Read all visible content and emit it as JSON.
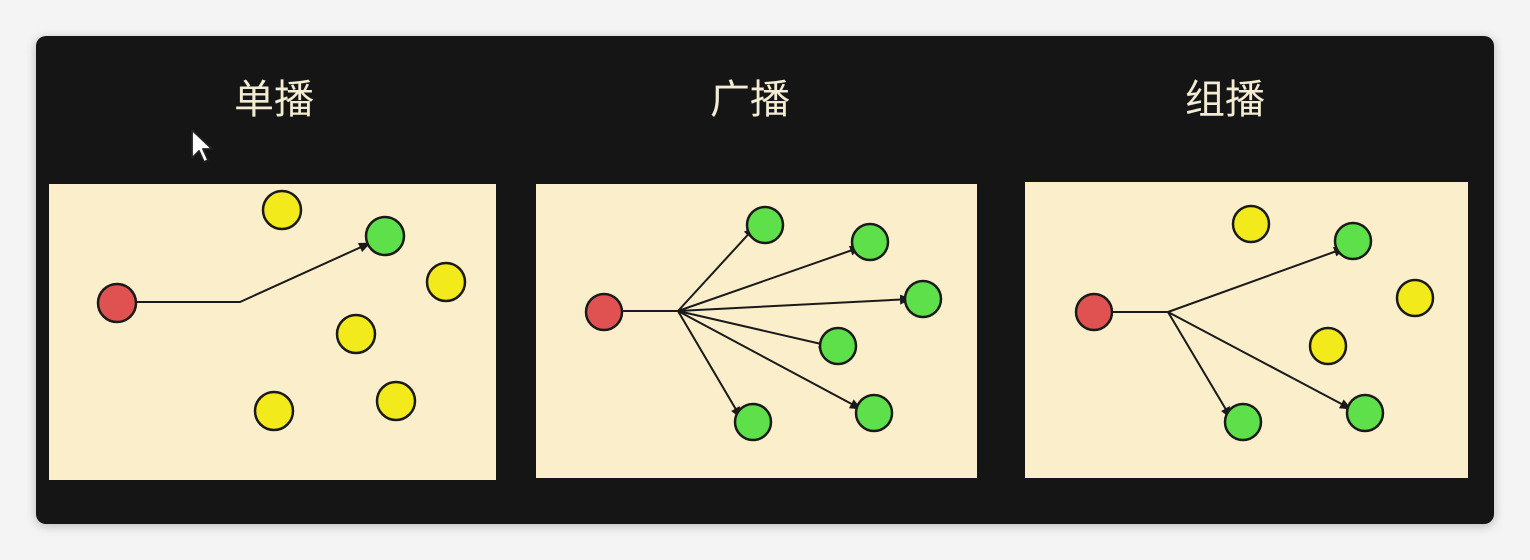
{
  "colors": {
    "window_bg": "#151515",
    "panel_bg": "#fbeecb",
    "title_text": "#f3ecd2",
    "source_node": "#e05252",
    "receiver_node": "#5ee04a",
    "idle_node": "#f3ea1c",
    "line": "#1a1a1a"
  },
  "panels": [
    {
      "title": "单播",
      "mode": "unicast"
    },
    {
      "title": "广播",
      "mode": "broadcast"
    },
    {
      "title": "组播",
      "mode": "multicast"
    }
  ],
  "cursor_icon": "arrow-pointer-icon"
}
